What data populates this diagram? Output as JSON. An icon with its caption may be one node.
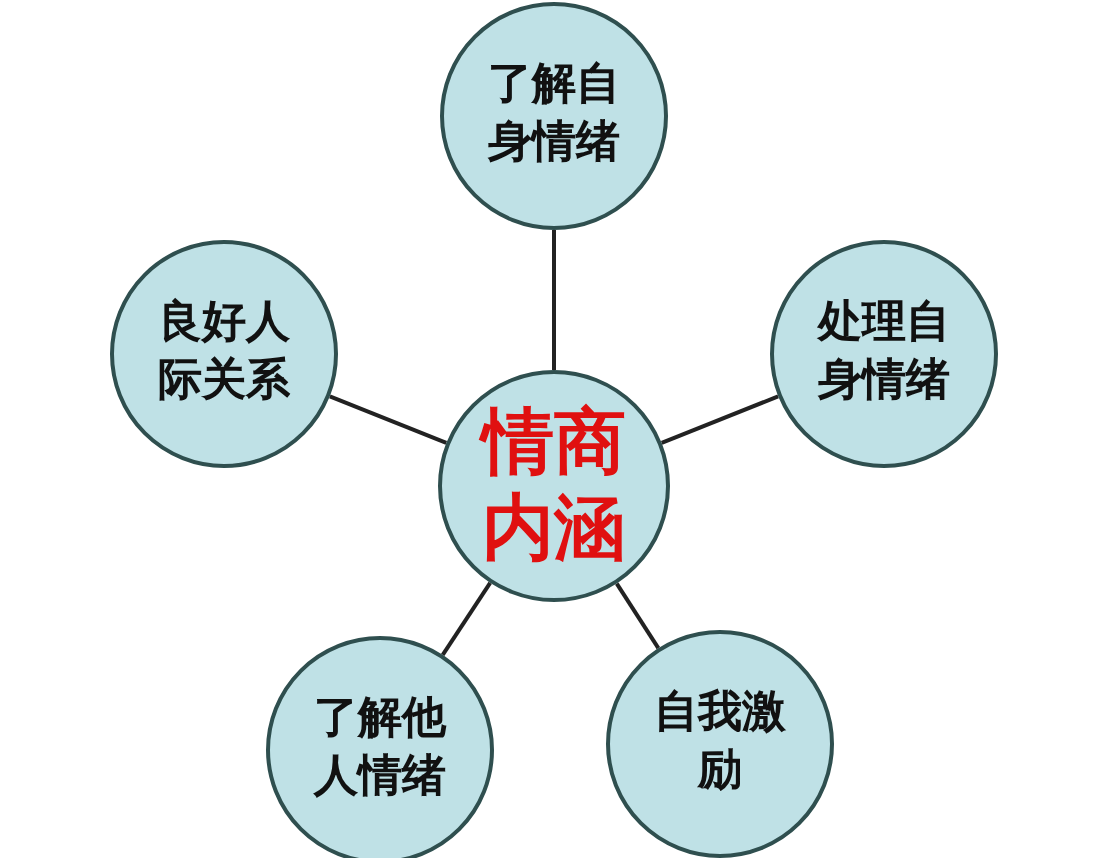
{
  "diagram": {
    "nodes": [
      {
        "text": [
          "情商内涵"
        ]
      },
      {
        "text": [
          "了解自身情绪"
        ]
      },
      {
        "text": [
          "良好人际关系"
        ]
      },
      {
        "text": [
          "处理自身情绪"
        ]
      },
      {
        "text": [
          "了解他人情绪"
        ]
      },
      {
        "text": [
          "自我激励"
        ]
      }
    ],
    "edges": [
      {
        "from": 0,
        "to": 1,
        "arrow": "none"
      },
      {
        "from": 0,
        "to": 2,
        "arrow": "none"
      },
      {
        "from": 0,
        "to": 3,
        "arrow": "none"
      },
      {
        "from": 0,
        "to": 4,
        "arrow": "none"
      },
      {
        "from": 0,
        "to": 5,
        "arrow": "none"
      }
    ]
  }
}
